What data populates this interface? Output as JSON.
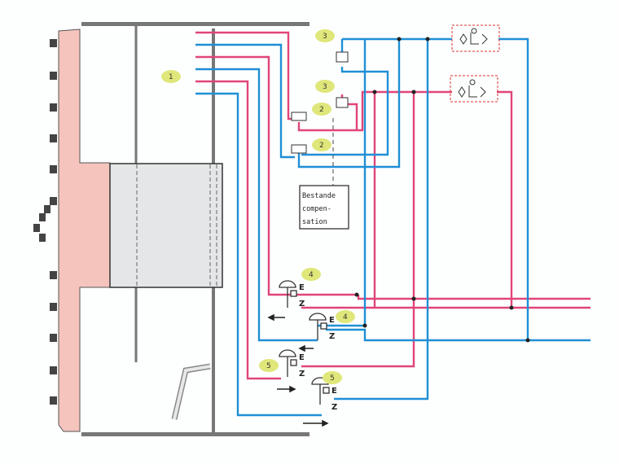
{
  "callouts": {
    "c1": "1",
    "c2a": "2",
    "c2b": "2",
    "c3a": "3",
    "c3b": "3",
    "c4a": "4",
    "c4b": "4",
    "c5a": "5",
    "c5b": "5"
  },
  "ports": {
    "E": "E",
    "Z": "Z"
  },
  "note": {
    "line1": "Bestande",
    "line2": "compen-",
    "line3": "sation"
  },
  "colors": {
    "pressure_line": "#e0457a",
    "return_line": "#1f8fd6",
    "machine_body": "#f4c4bd",
    "piston": "#e4e6e8"
  }
}
